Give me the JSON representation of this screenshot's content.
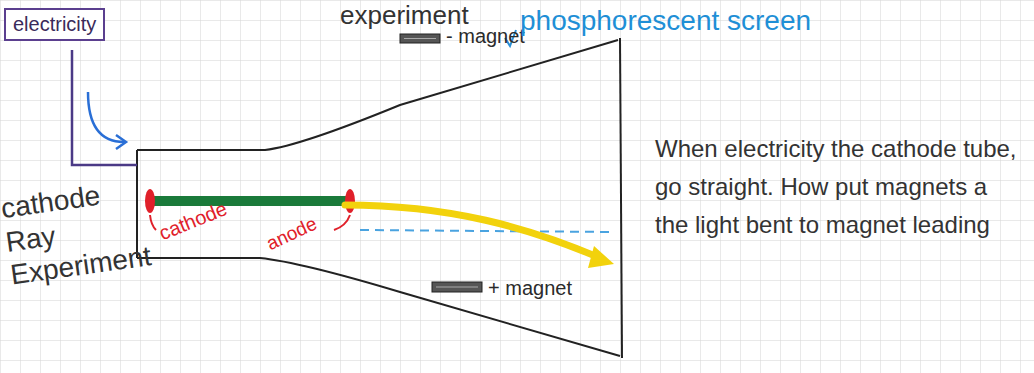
{
  "diagram": {
    "nodes": [
      {
        "text": [
          "electricity"
        ]
      }
    ],
    "labels": [
      "experiment",
      "- magnet",
      "phosphorescent screen",
      "cathode",
      "anode",
      "+ magnet",
      "cathode Ray Experiment",
      "When electricity the cathode tube, go straight. How put magnets a the light bent to magnet leading"
    ]
  }
}
